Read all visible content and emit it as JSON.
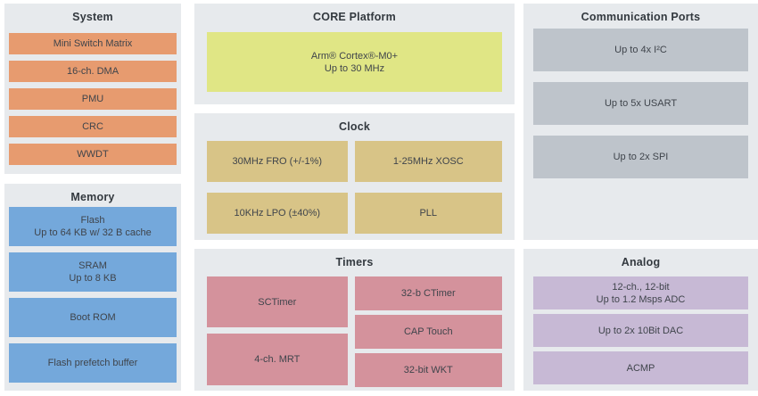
{
  "colors": {
    "panel_bg": "#e7eaed",
    "title_text": "#33393f",
    "block_text": "#3f444b",
    "system_block": "#e79b6f",
    "memory_block": "#74a8db",
    "core_block": "#e0e685",
    "clock_block": "#d8c487",
    "timers_block": "#d4929c",
    "comm_block": "#bec4cb",
    "analog_block": "#c7b9d5"
  },
  "panels": {
    "system": {
      "title": "System",
      "blocks": [
        "Mini Switch Matrix",
        "16-ch. DMA",
        "PMU",
        "CRC",
        "WWDT"
      ]
    },
    "memory": {
      "title": "Memory",
      "blocks": [
        [
          "Flash",
          "Up to 64 KB w/ 32 B cache"
        ],
        [
          "SRAM",
          "Up to 8 KB"
        ],
        [
          "Boot ROM"
        ],
        [
          "Flash prefetch buffer"
        ]
      ]
    },
    "core": {
      "title": "CORE Platform",
      "blocks": [
        [
          "Arm® Cortex®-M0+",
          "Up to 30 MHz"
        ]
      ]
    },
    "clock": {
      "title": "Clock",
      "blocks": [
        "30MHz FRO (+/-1%)",
        "1-25MHz XOSC",
        "10KHz LPO (±40%)",
        "PLL"
      ]
    },
    "timers": {
      "title": "Timers",
      "left_blocks": [
        "SCTimer",
        "4-ch. MRT"
      ],
      "right_blocks": [
        "32-b CTimer",
        "CAP Touch",
        "32-bit WKT"
      ]
    },
    "comm": {
      "title": "Communication Ports",
      "blocks": [
        "Up to 4x I²C",
        "Up to 5x USART",
        "Up to 2x SPI"
      ]
    },
    "analog": {
      "title": "Analog",
      "blocks": [
        [
          "12-ch., 12-bit",
          "Up to 1.2 Msps ADC"
        ],
        [
          "Up to 2x 10Bit DAC"
        ],
        [
          "ACMP"
        ]
      ]
    }
  }
}
